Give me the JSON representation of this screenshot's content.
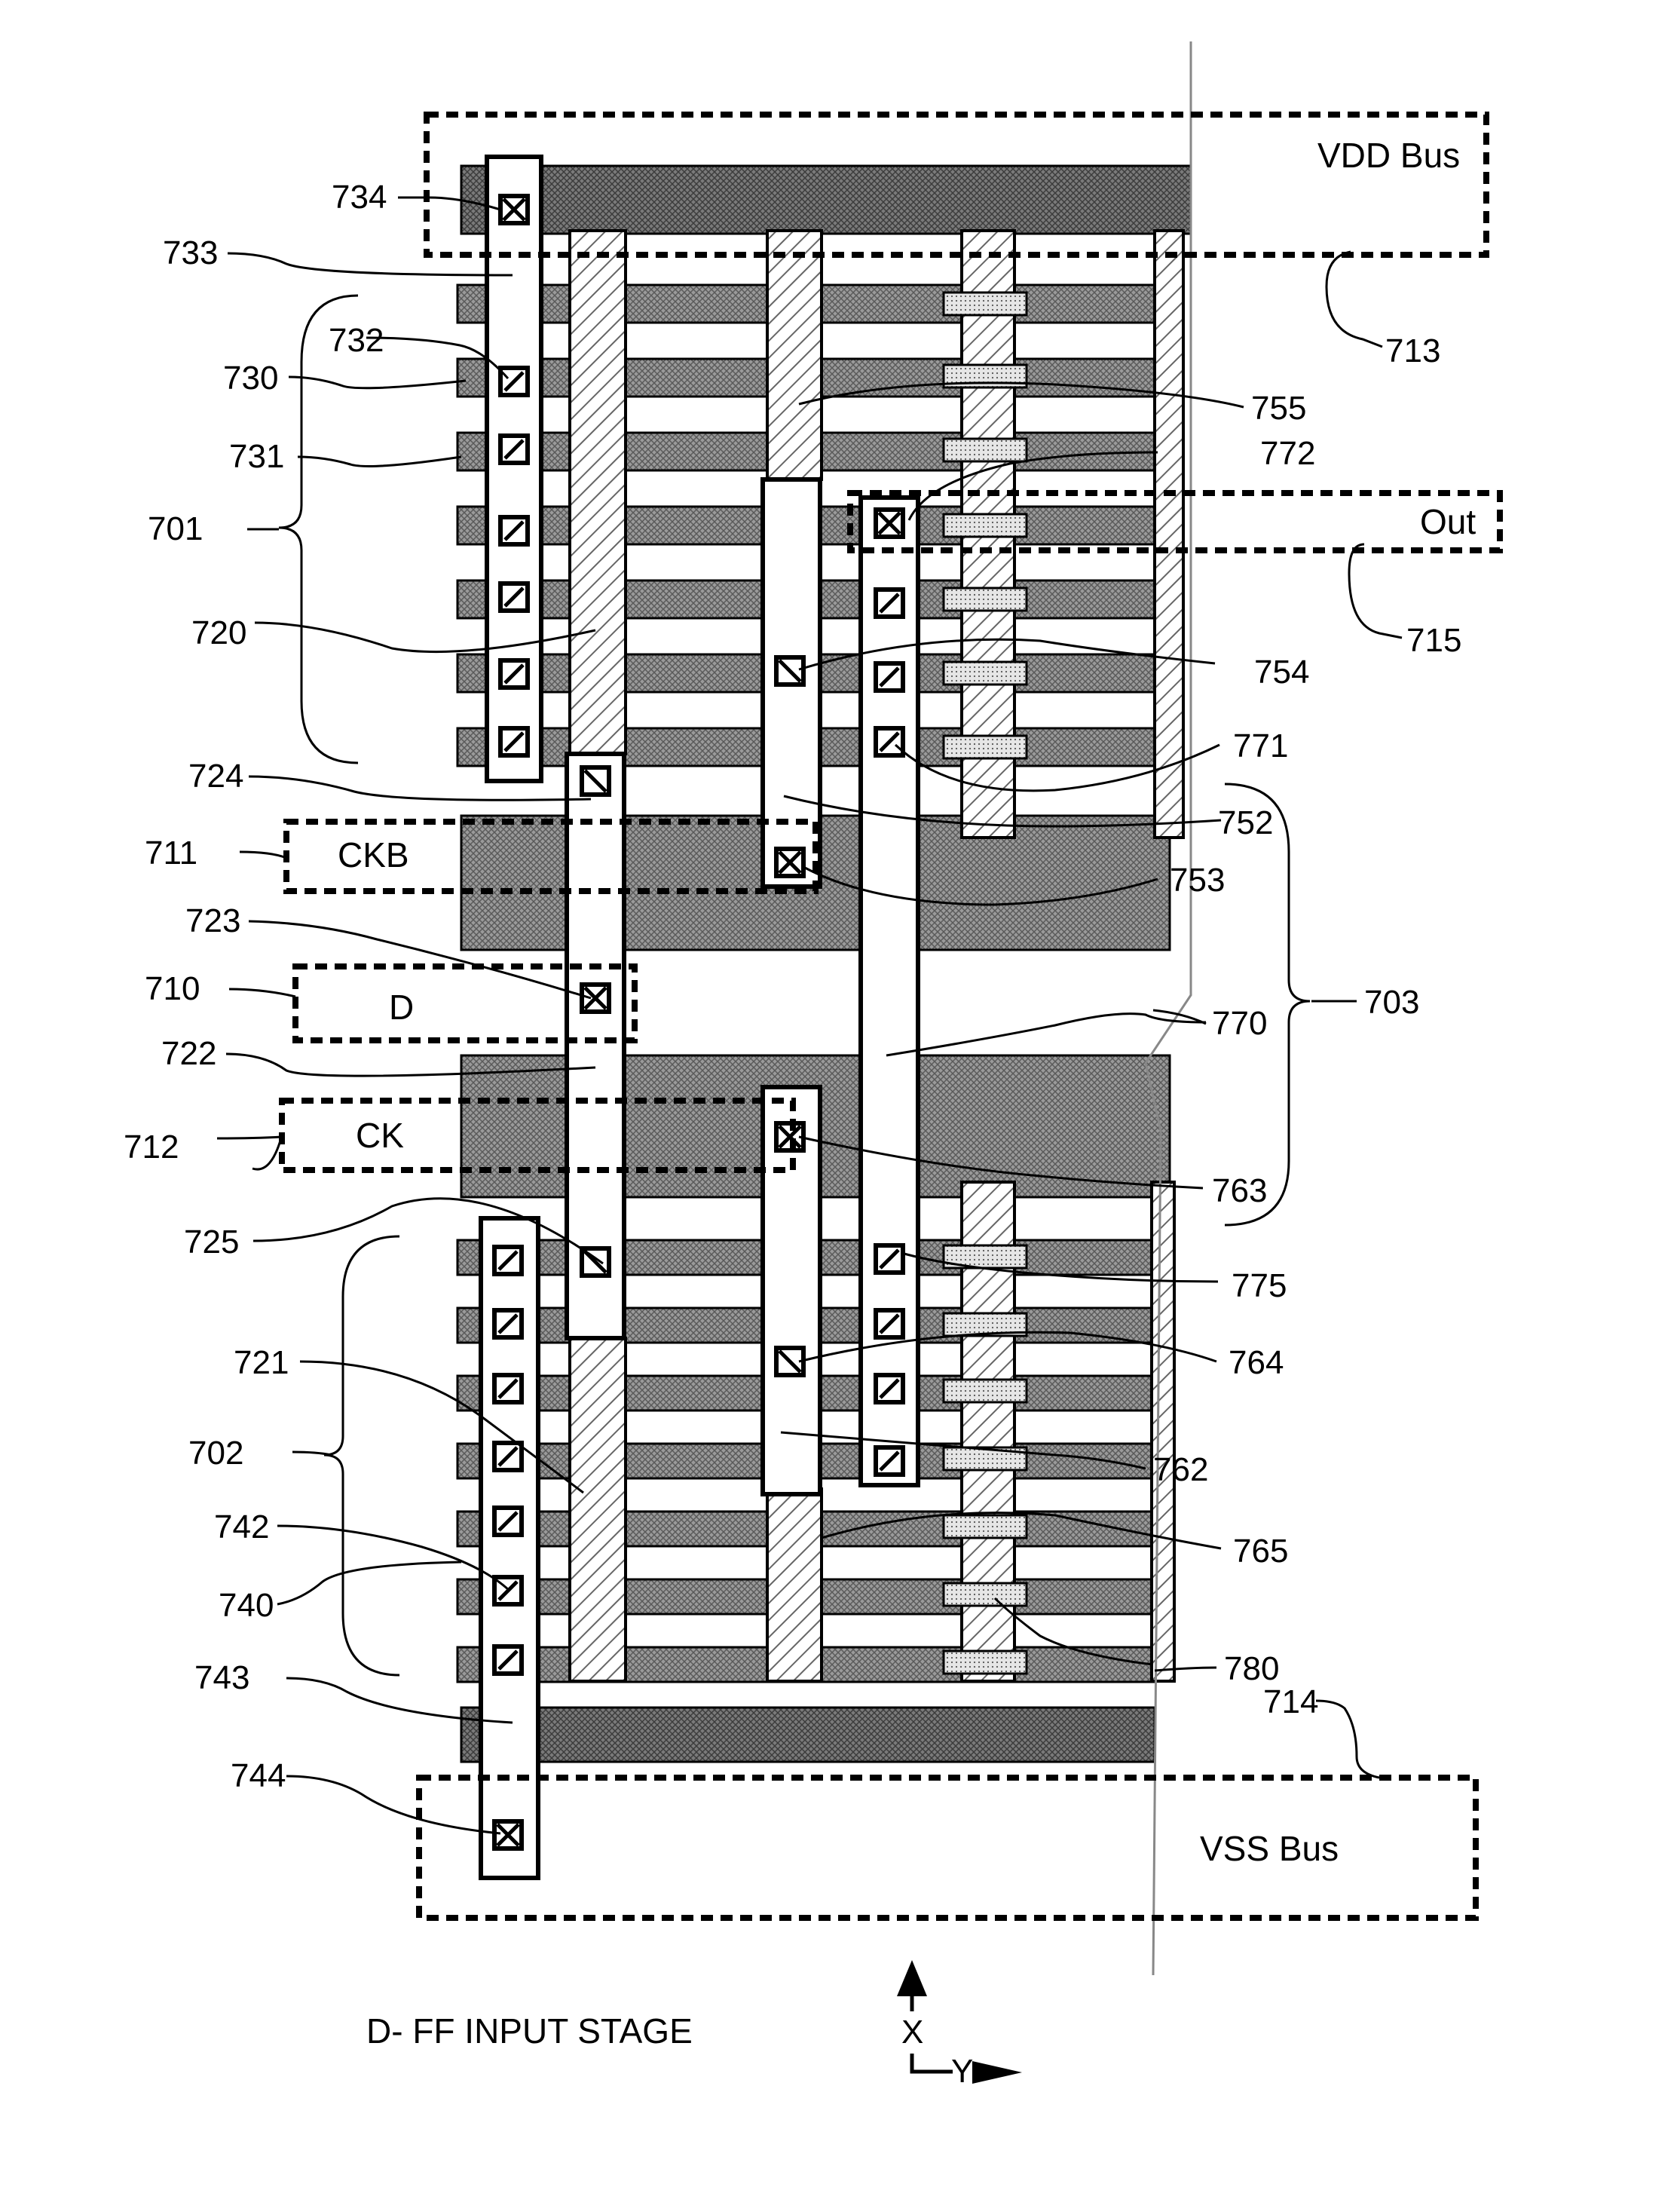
{
  "figure": {
    "caption": "D- FF INPUT STAGE",
    "axis_x": "X",
    "axis_y": "Y"
  },
  "regions": {
    "vdd_bus": "VDD Bus",
    "vss_bus": "VSS Bus",
    "out": "Out",
    "ckb": "CKB",
    "d": "D",
    "ck": "CK"
  },
  "labels": [
    {
      "id": "734",
      "text": "734"
    },
    {
      "id": "733",
      "text": "733"
    },
    {
      "id": "732",
      "text": "732"
    },
    {
      "id": "730",
      "text": "730"
    },
    {
      "id": "731",
      "text": "731"
    },
    {
      "id": "701",
      "text": "701"
    },
    {
      "id": "720",
      "text": "720"
    },
    {
      "id": "724",
      "text": "724"
    },
    {
      "id": "711",
      "text": "711"
    },
    {
      "id": "723",
      "text": "723"
    },
    {
      "id": "710",
      "text": "710"
    },
    {
      "id": "722",
      "text": "722"
    },
    {
      "id": "712",
      "text": "712"
    },
    {
      "id": "725",
      "text": "725"
    },
    {
      "id": "721",
      "text": "721"
    },
    {
      "id": "702",
      "text": "702"
    },
    {
      "id": "742",
      "text": "742"
    },
    {
      "id": "740",
      "text": "740"
    },
    {
      "id": "743",
      "text": "743"
    },
    {
      "id": "744",
      "text": "744"
    },
    {
      "id": "713",
      "text": "713"
    },
    {
      "id": "755",
      "text": "755"
    },
    {
      "id": "772",
      "text": "772"
    },
    {
      "id": "715",
      "text": "715"
    },
    {
      "id": "754",
      "text": "754"
    },
    {
      "id": "771",
      "text": "771"
    },
    {
      "id": "752",
      "text": "752"
    },
    {
      "id": "753",
      "text": "753"
    },
    {
      "id": "703",
      "text": "703"
    },
    {
      "id": "770",
      "text": "770"
    },
    {
      "id": "763",
      "text": "763"
    },
    {
      "id": "775",
      "text": "775"
    },
    {
      "id": "764",
      "text": "764"
    },
    {
      "id": "762",
      "text": "762"
    },
    {
      "id": "765",
      "text": "765"
    },
    {
      "id": "780",
      "text": "780"
    },
    {
      "id": "714",
      "text": "714"
    }
  ]
}
